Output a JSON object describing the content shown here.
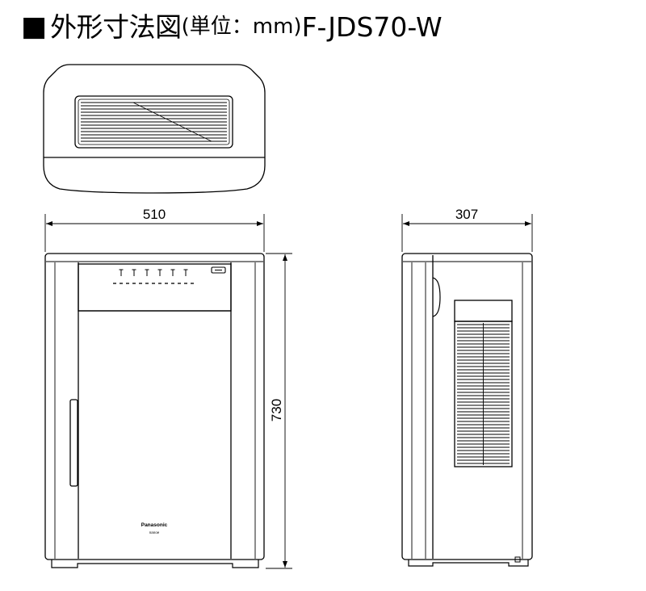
{
  "title": {
    "square": "■",
    "main": "外形寸法図",
    "unit": "(単位：mm)",
    "model": "F-JDS70-W"
  },
  "dimensions": {
    "width": "510",
    "depth": "307",
    "height": "730"
  },
  "front_logo": {
    "brand": "Panasonic",
    "sub": "nanoe"
  }
}
